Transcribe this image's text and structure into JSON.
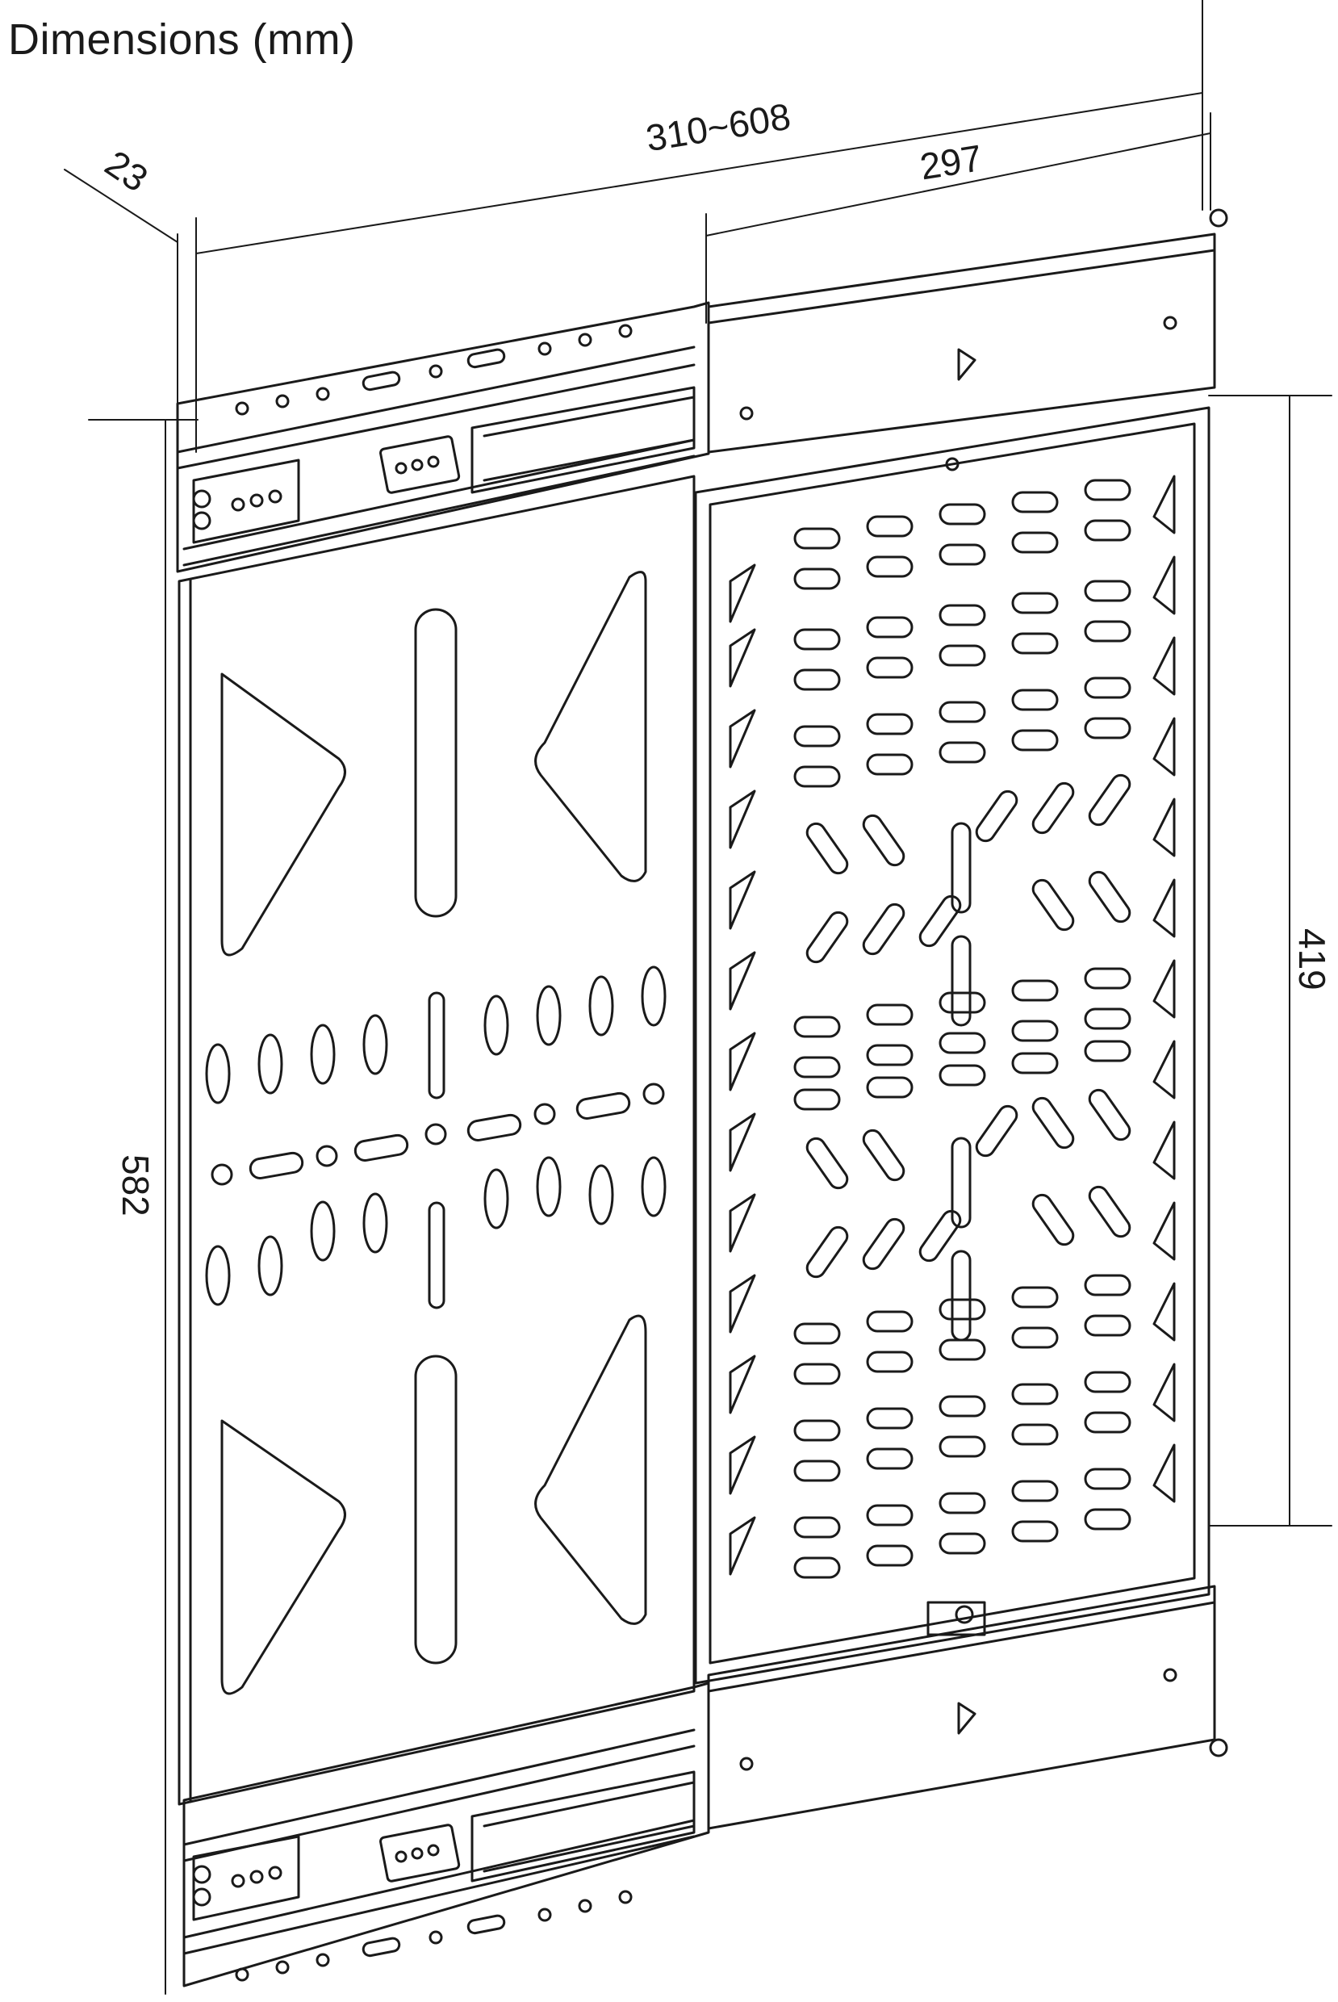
{
  "title": "Dimensions (mm)",
  "dimensions": {
    "overall_width": "310~608",
    "tray_width": "297",
    "rail_height": "23",
    "overall_depth": "582",
    "tray_depth": "419"
  },
  "colors": {
    "line": "#1a1a1a",
    "background": "#ffffff"
  }
}
